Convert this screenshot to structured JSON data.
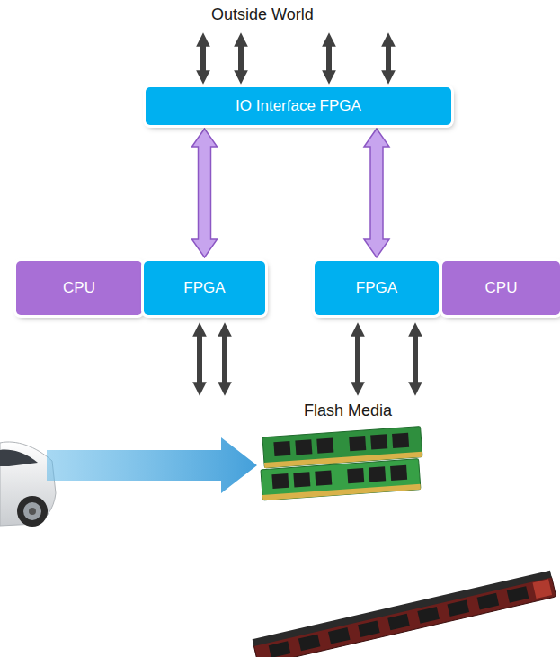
{
  "diagram": {
    "nodes": [
      {
        "text": [
          "IO Interface FPGA"
        ]
      },
      {
        "text": [
          "CPU"
        ]
      },
      {
        "text": [
          "FPGA"
        ]
      },
      {
        "text": [
          "FPGA"
        ]
      },
      {
        "text": [
          "CPU"
        ]
      }
    ],
    "edges": [
      {
        "from": 0,
        "to": 2,
        "arrow": "both"
      },
      {
        "from": 0,
        "to": 3,
        "arrow": "both"
      }
    ],
    "labels": [
      "Outside World",
      "Flash Media"
    ]
  }
}
